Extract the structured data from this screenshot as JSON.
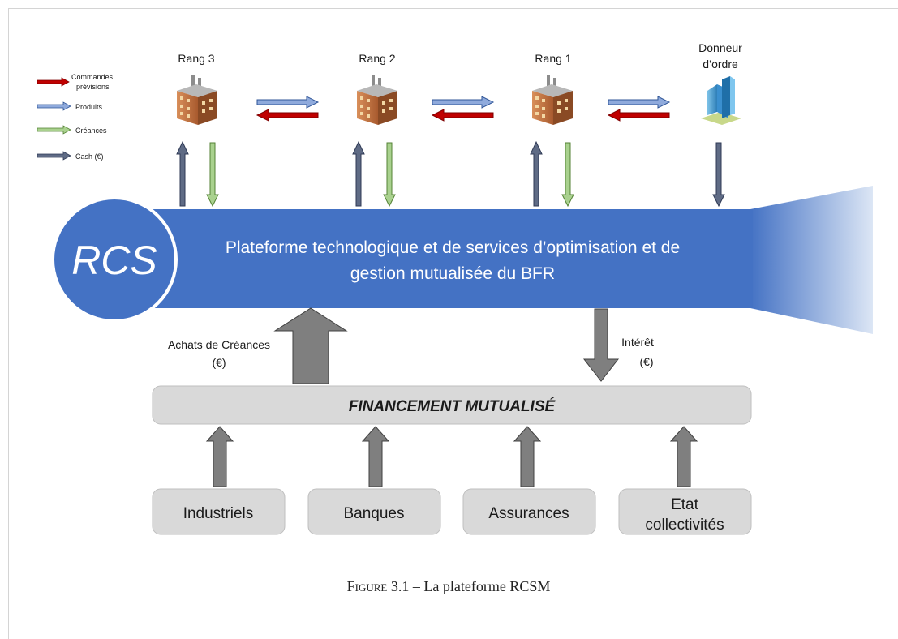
{
  "legend": {
    "commandes": "Commandes",
    "previsions": "prévisions",
    "produits": "Produits",
    "creances": "Créances",
    "cash": "Cash (€)"
  },
  "ranks": {
    "rang3": "Rang 3",
    "rang2": "Rang 2",
    "rang1": "Rang 1",
    "donneur_line1": "Donneur",
    "donneur_line2": "d’ordre"
  },
  "platform": {
    "badge": "RCS",
    "line1": "Plateforme technologique et de services d’optimisation et de",
    "line2": "gestion mutualisée du BFR"
  },
  "flows": {
    "achats_line1": "Achats de Créances",
    "achats_line2": "(€)",
    "interet_line1": "Intérêt",
    "interet_line2": "(€)"
  },
  "financement": "FINANCEMENT MUTUALISÉ",
  "sources": {
    "industriels": "Industriels",
    "banques": "Banques",
    "assurances": "Assurances",
    "etat_line1": "Etat",
    "etat_line2": "collectivités"
  },
  "caption": {
    "prefix": "Figure 3.1",
    "text": " – La plateforme RCSM"
  },
  "colors": {
    "platform_blue": "#4472c4",
    "commandes_red": "#c00000",
    "produits_blue": "#8faadc",
    "creances_green": "#a9d18e",
    "cash_grey": "#5f6b85",
    "box_grey": "#d9d9d9",
    "big_arrow_grey": "#7f7f7f"
  }
}
